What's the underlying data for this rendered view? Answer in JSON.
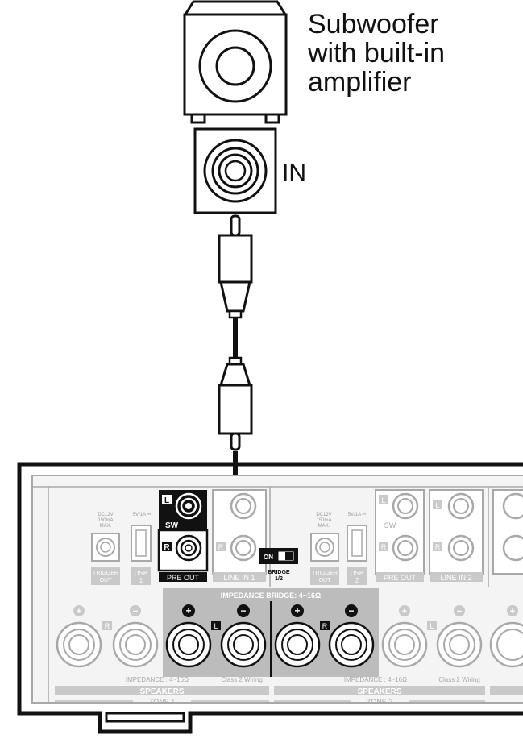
{
  "subwoofer": {
    "caption_lines": [
      "Subwoofer",
      "with built-in",
      "amplifier"
    ],
    "input_label": "IN"
  },
  "amplifier": {
    "zone1": {
      "dc_label": [
        "DC12V",
        "150mA",
        "MAX."
      ],
      "usb_power_label": "5V/1A ⎓",
      "trigger_label": [
        "TRIGGER",
        "OUT"
      ],
      "usb_label": [
        "USB",
        "1"
      ],
      "sw_label": "SW",
      "left_badge": "L",
      "right_badge": "R",
      "preout_label": "PRE OUT",
      "linein_label": "LINE IN 1",
      "impedance_label": "IMPEDANCE : 4~16Ω",
      "class_label": "Class 2 Wiring",
      "speakers_label": "SPEAKERS",
      "zone_label": "ZONE 1"
    },
    "zone2": {
      "dc_label": [
        "DC12V",
        "150mA",
        "MAX."
      ],
      "usb_power_label": "5V/1A ⎓",
      "trigger_label": [
        "TRIGGER",
        "OUT"
      ],
      "usb_label": [
        "USB",
        "2"
      ],
      "sw_label": "SW",
      "preout_label": "PRE OUT",
      "linein_label": "LINE IN 2",
      "impedance_label": "IMPEDANCE : 4~16Ω",
      "class_label": "Class 2 Wiring",
      "speakers_label": "SPEAKERS",
      "zone_label": "ZONE 2"
    },
    "bridge": {
      "on_label": "ON",
      "switch_label": [
        "BRIDGE",
        "1/2"
      ],
      "bar_label": "IMPEDANCE  BRIDGE: 4~16Ω"
    },
    "plus_symbol": "+",
    "minus_symbol": "−"
  },
  "colors": {
    "line": "#111111",
    "panel_fill": "#f4f4f4",
    "faded_stroke": "#a8a8a8",
    "bridge_fill": "#bcbcbc",
    "label_bar": "#c9c9c9"
  }
}
